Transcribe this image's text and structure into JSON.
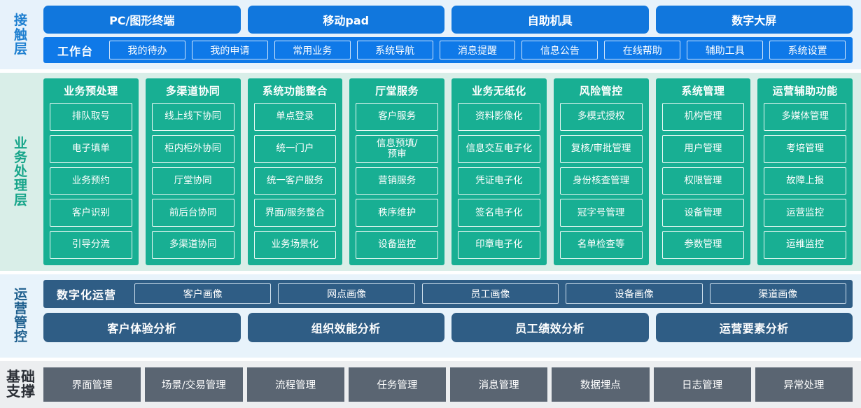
{
  "layers": {
    "contact": {
      "label": "接触层",
      "accent": "#1177dd",
      "channels": [
        "PC/图形终端",
        "移动pad",
        "自助机具",
        "数字大屏"
      ],
      "workbench_title": "工作台",
      "workbench_items": [
        "我的待办",
        "我的申请",
        "常用业务",
        "系统导航",
        "消息提醒",
        "信息公告",
        "在线帮助",
        "辅助工具",
        "系统设置"
      ]
    },
    "business": {
      "label": "业务处理层",
      "accent": "#18af93",
      "columns": [
        {
          "title": "业务预处理",
          "items": [
            "排队取号",
            "电子填单",
            "业务预约",
            "客户识别",
            "引导分流"
          ]
        },
        {
          "title": "多渠道协同",
          "items": [
            "线上线下协同",
            "柜内柜外协同",
            "厅堂协同",
            "前后台协同",
            "多渠道协同"
          ]
        },
        {
          "title": "系统功能整合",
          "items": [
            "单点登录",
            "统一门户",
            "统一客户服务",
            "界面/服务整合",
            "业务场景化"
          ]
        },
        {
          "title": "厅堂服务",
          "items": [
            "客户服务",
            "信息预填/预审",
            "营销服务",
            "秩序维护",
            "设备监控"
          ]
        },
        {
          "title": "业务无纸化",
          "items": [
            "资料影像化",
            "信息交互电子化",
            "凭证电子化",
            "签名电子化",
            "印章电子化"
          ]
        },
        {
          "title": "风险管控",
          "items": [
            "多模式授权",
            "复核/审批管理",
            "身份核查管理",
            "冠字号管理",
            "名单检查等"
          ]
        },
        {
          "title": "系统管理",
          "items": [
            "机构管理",
            "用户管理",
            "权限管理",
            "设备管理",
            "参数管理"
          ]
        },
        {
          "title": "运营辅助功能",
          "items": [
            "多媒体管理",
            "考培管理",
            "故障上报",
            "运营监控",
            "运维监控"
          ]
        }
      ]
    },
    "operations": {
      "label": "运营管控",
      "accent": "#2f5d85",
      "digital_title": "数字化运营",
      "portraits": [
        "客户画像",
        "网点画像",
        "员工画像",
        "设备画像",
        "渠道画像"
      ],
      "analyses": [
        "客户体验分析",
        "组织效能分析",
        "员工绩效分析",
        "运营要素分析"
      ]
    },
    "foundation": {
      "label": "基础支撑",
      "accent": "#5a6572",
      "items": [
        "界面管理",
        "场景/交易管理",
        "流程管理",
        "任务管理",
        "消息管理",
        "数据埋点",
        "日志管理",
        "异常处理"
      ]
    }
  }
}
